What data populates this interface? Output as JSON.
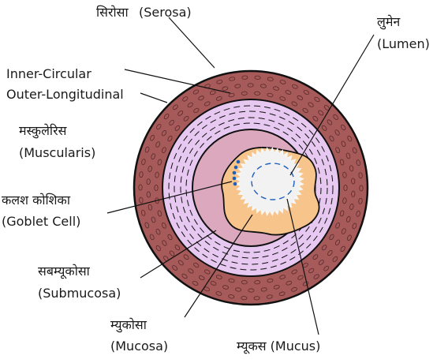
{
  "labels": {
    "serosa_hi": "सिरोसा",
    "serosa_en": "(Serosa)",
    "lumen_hi": "लुमेन",
    "lumen_en": "(Lumen)",
    "inner_circular": "Inner-Circular",
    "outer_longitudinal": "Outer-Longitudinal",
    "muscularis_hi": "मस्कुलेरिस",
    "muscularis_en": "(Muscularis)",
    "goblet_hi": "कलश कोशिका",
    "goblet_en": "(Goblet Cell)",
    "submucosa_hi": "सबम्यूकोसा",
    "submucosa_en": "(Submucosa)",
    "mucosa_hi": "म्युकोसा",
    "mucosa_en": "(Mucosa)",
    "mucus": "म्यूकस (Mucus)"
  },
  "colors": {
    "serosa": "#a65a5a",
    "serosa_cells": "#5a2a2a",
    "muscularis": "#e6c8f0",
    "submucosa": "#dba8bd",
    "mucosa": "#f7c58c",
    "lumen_glow": "#f2f2f2",
    "goblet": "#1f5fb8",
    "outline": "#111111"
  }
}
